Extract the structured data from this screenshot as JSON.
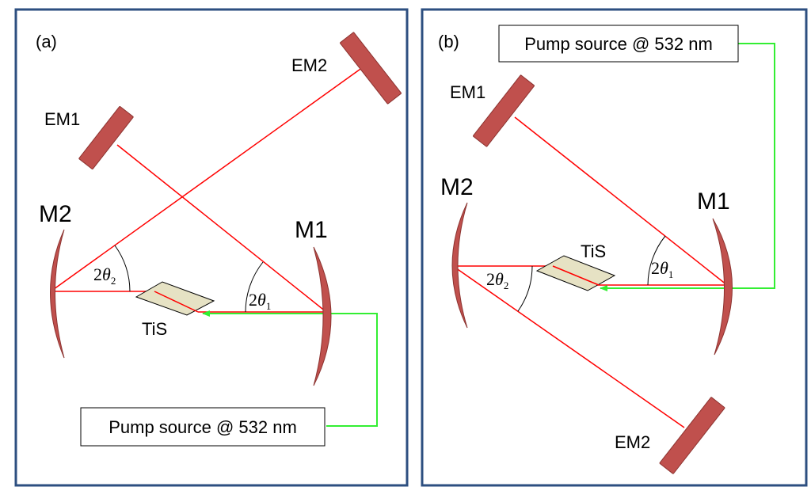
{
  "colors": {
    "frame": "#2d4f80",
    "mirror_fill": "#c0504d",
    "mirror_stroke": "#8c3330",
    "beam": "#ff0000",
    "pump_beam": "#33ee33",
    "crystal_fill": "#e6e2c4"
  },
  "panel_a": {
    "tag": "(a)",
    "em1": "EM1",
    "em2": "EM2",
    "m1": "M1",
    "m2": "M2",
    "crystal": "TiS",
    "angle1": {
      "prefix": "2",
      "symbol": "θ",
      "sub": "1"
    },
    "angle2": {
      "prefix": "2",
      "symbol": "θ",
      "sub": "2"
    },
    "pump": "Pump source @ 532 nm"
  },
  "panel_b": {
    "tag": "(b)",
    "em1": "EM1",
    "em2": "EM2",
    "m1": "M1",
    "m2": "M2",
    "crystal": "TiS",
    "angle1": {
      "prefix": "2",
      "symbol": "θ",
      "sub": "1"
    },
    "angle2": {
      "prefix": "2",
      "symbol": "θ",
      "sub": "2"
    },
    "pump": "Pump source @ 532 nm"
  }
}
